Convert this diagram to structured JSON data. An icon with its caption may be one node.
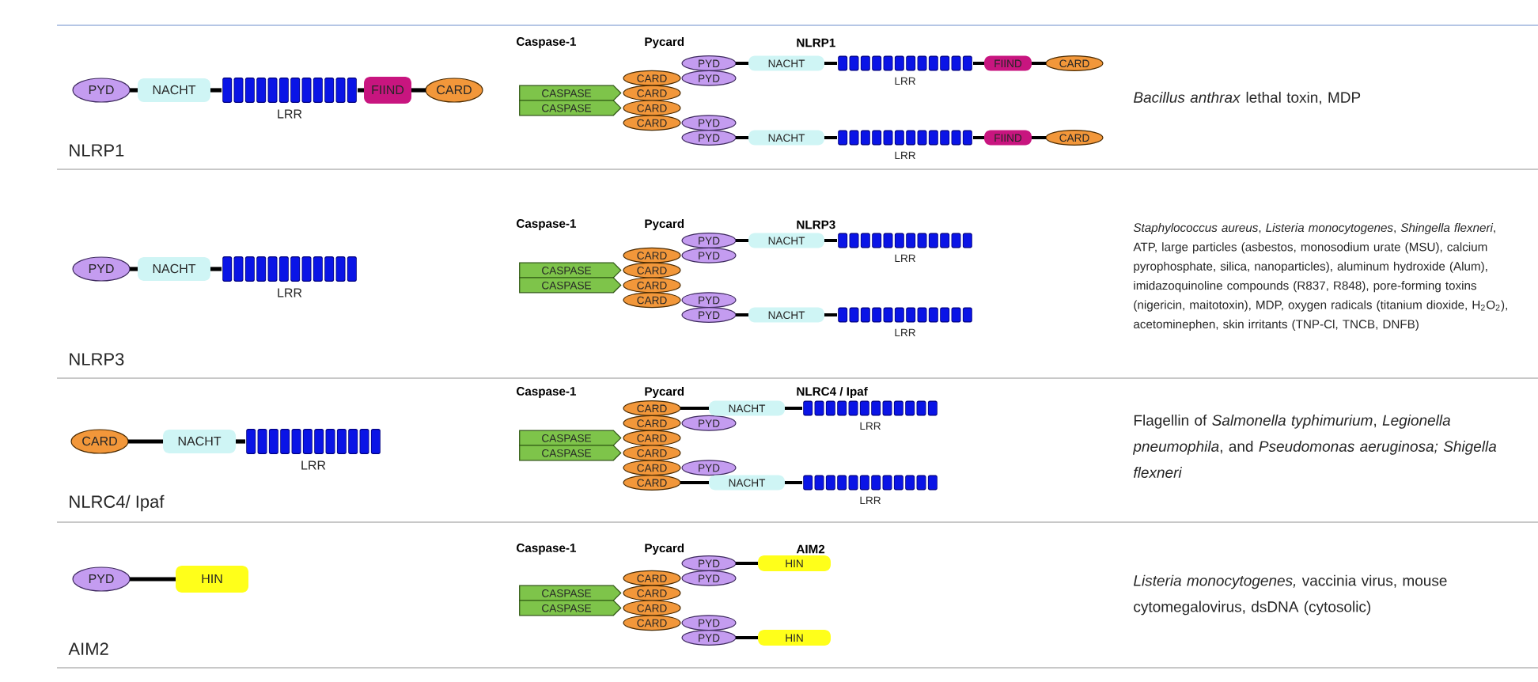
{
  "diagram": {
    "nodes": [
      {
        "text": [
          "PYD"
        ]
      },
      {
        "text": [
          "NACHT"
        ]
      },
      {
        "text": [
          "LRR"
        ]
      },
      {
        "text": [
          "FIIND"
        ]
      },
      {
        "text": [
          "CARD"
        ]
      },
      {
        "text": [
          "PYD"
        ]
      },
      {
        "text": [
          "NACHT"
        ]
      },
      {
        "text": [
          "LRR"
        ]
      },
      {
        "text": [
          "CARD"
        ]
      },
      {
        "text": [
          "NACHT"
        ]
      },
      {
        "text": [
          "LRR"
        ]
      },
      {
        "text": [
          "PYD"
        ]
      },
      {
        "text": [
          "HIN"
        ]
      },
      {
        "text": [
          "CASPASE"
        ]
      },
      {
        "text": [
          "CASPASE"
        ]
      },
      {
        "text": [
          "CARD"
        ]
      },
      {
        "text": [
          "CARD"
        ]
      },
      {
        "text": [
          "CARD"
        ]
      },
      {
        "text": [
          "CARD"
        ]
      },
      {
        "text": [
          "PYD"
        ]
      },
      {
        "text": [
          "PYD"
        ]
      },
      {
        "text": [
          "PYD"
        ]
      },
      {
        "text": [
          "PYD"
        ]
      },
      {
        "text": [
          "NACHT"
        ]
      },
      {
        "text": [
          "LRR"
        ]
      },
      {
        "text": [
          "FIIND"
        ]
      },
      {
        "text": [
          "CARD"
        ]
      },
      {
        "text": [
          "NACHT"
        ]
      },
      {
        "text": [
          "LRR"
        ]
      },
      {
        "text": [
          "FIIND"
        ]
      },
      {
        "text": [
          "CARD"
        ]
      },
      {
        "text": [
          "CASPASE"
        ]
      },
      {
        "text": [
          "CASPASE"
        ]
      },
      {
        "text": [
          "CARD"
        ]
      },
      {
        "text": [
          "CARD"
        ]
      },
      {
        "text": [
          "CARD"
        ]
      },
      {
        "text": [
          "CARD"
        ]
      },
      {
        "text": [
          "PYD"
        ]
      },
      {
        "text": [
          "PYD"
        ]
      },
      {
        "text": [
          "PYD"
        ]
      },
      {
        "text": [
          "PYD"
        ]
      },
      {
        "text": [
          "NACHT"
        ]
      },
      {
        "text": [
          "LRR"
        ]
      },
      {
        "text": [
          "NACHT"
        ]
      },
      {
        "text": [
          "LRR"
        ]
      },
      {
        "text": [
          "CASPASE"
        ]
      },
      {
        "text": [
          "CASPASE"
        ]
      },
      {
        "text": [
          "CARD"
        ]
      },
      {
        "text": [
          "CARD"
        ]
      },
      {
        "text": [
          "CARD"
        ]
      },
      {
        "text": [
          "CARD"
        ]
      },
      {
        "text": [
          "CARD"
        ]
      },
      {
        "text": [
          "CARD"
        ]
      },
      {
        "text": [
          "PYD"
        ]
      },
      {
        "text": [
          "PYD"
        ]
      },
      {
        "text": [
          "NACHT"
        ]
      },
      {
        "text": [
          "LRR"
        ]
      },
      {
        "text": [
          "NACHT"
        ]
      },
      {
        "text": [
          "LRR"
        ]
      },
      {
        "text": [
          "CASPASE"
        ]
      },
      {
        "text": [
          "CASPASE"
        ]
      },
      {
        "text": [
          "CARD"
        ]
      },
      {
        "text": [
          "CARD"
        ]
      },
      {
        "text": [
          "CARD"
        ]
      },
      {
        "text": [
          "CARD"
        ]
      },
      {
        "text": [
          "PYD"
        ]
      },
      {
        "text": [
          "PYD"
        ]
      },
      {
        "text": [
          "PYD"
        ]
      },
      {
        "text": [
          "PYD"
        ]
      },
      {
        "text": [
          "HIN"
        ]
      },
      {
        "text": [
          "HIN"
        ]
      }
    ],
    "edges": [
      {
        "from": 0,
        "to": 1,
        "arrow": "none"
      },
      {
        "from": 1,
        "to": 2,
        "arrow": "none"
      },
      {
        "from": 2,
        "to": 3,
        "arrow": "none"
      },
      {
        "from": 3,
        "to": 4,
        "arrow": "none"
      },
      {
        "from": 5,
        "to": 6,
        "arrow": "none"
      },
      {
        "from": 6,
        "to": 7,
        "arrow": "none"
      },
      {
        "from": 8,
        "to": 9,
        "arrow": "none"
      },
      {
        "from": 9,
        "to": 10,
        "arrow": "none"
      },
      {
        "from": 11,
        "to": 12,
        "arrow": "none"
      },
      {
        "from": 19,
        "to": 23,
        "arrow": "none"
      },
      {
        "from": 23,
        "to": 24,
        "arrow": "none"
      },
      {
        "from": 24,
        "to": 25,
        "arrow": "none"
      },
      {
        "from": 25,
        "to": 26,
        "arrow": "none"
      },
      {
        "from": 22,
        "to": 27,
        "arrow": "none"
      },
      {
        "from": 27,
        "to": 28,
        "arrow": "none"
      },
      {
        "from": 28,
        "to": 29,
        "arrow": "none"
      },
      {
        "from": 29,
        "to": 30,
        "arrow": "none"
      },
      {
        "from": 37,
        "to": 41,
        "arrow": "none"
      },
      {
        "from": 41,
        "to": 42,
        "arrow": "none"
      },
      {
        "from": 40,
        "to": 43,
        "arrow": "none"
      },
      {
        "from": 43,
        "to": 44,
        "arrow": "none"
      },
      {
        "from": 47,
        "to": 55,
        "arrow": "none"
      },
      {
        "from": 55,
        "to": 56,
        "arrow": "none"
      },
      {
        "from": 52,
        "to": 57,
        "arrow": "none"
      },
      {
        "from": 57,
        "to": 58,
        "arrow": "none"
      },
      {
        "from": 65,
        "to": 69,
        "arrow": "none"
      },
      {
        "from": 68,
        "to": 70,
        "arrow": "none"
      }
    ],
    "labels": [
      "Caspase-1",
      "Pycard",
      "NLRP1",
      "*Bacillus anthrax* lethal toxin, MDP",
      "NLRP1",
      "Caspase-1",
      "Pycard",
      "NLRP3",
      "*Staphylococcus aureus*, *Listeria monocytogenes*, *Shingella flexneri*, ATP, large particles (asbestos, monosodium urate (MSU), calcium pyrophosphate, silica, nanoparticles), aluminum hydroxide (Alum), imidazoquinoline compounds (R837, R848), pore-forming toxins (nigericin, maitotoxin), MDP, oxygen radicals (titanium dioxide, H$_{2}$O$_{2}$), acetominephen, skin irritants (TNP-Cl, TNCB, DNFB)",
      "NLRP3",
      "Caspase-1",
      "Pycard",
      "NLRC4 / Ipaf",
      "Flagellin of *Salmonella typhimurium*, *Legionella pneumophila*, and *Pseudomonas aeruginosa; Shigella flexneri*",
      "NLRC4/ Ipaf",
      "Caspase-1",
      "Pycard",
      "AIM2",
      "*Listeria monocytogenes,* vaccinia virus, mouse cytomegalovirus, dsDNA (cytosolic)",
      "AIM2"
    ]
  }
}
